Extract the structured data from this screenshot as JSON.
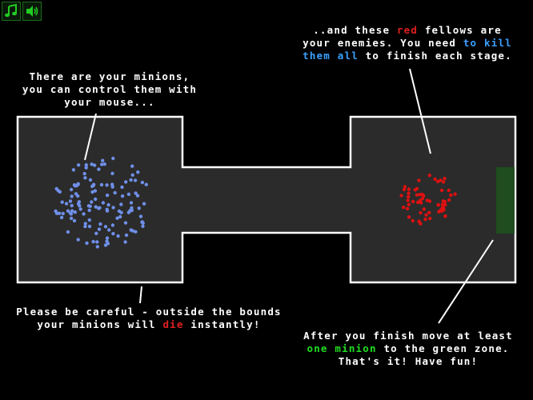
{
  "hud": {
    "music_icon": "music-note-icon",
    "sound_icon": "speaker-icon",
    "accent": "#22cc22"
  },
  "tips": {
    "minions": {
      "line1": "There are your minions,",
      "line2": "you can control them with",
      "line3": "your mouse..."
    },
    "enemies": {
      "line1_a": "..and these ",
      "line1_red": "red",
      "line1_b": " fellows are",
      "line2_a": "your enemies. You need ",
      "line2_blue": "to kill",
      "line3_blue": "them all",
      "line3_b": " to finish each stage."
    },
    "bounds": {
      "line1": "Please be careful - outside the bounds",
      "line2_a": "your minions will ",
      "line2_red": "die",
      "line2_b": " instantly!"
    },
    "goal": {
      "line1": "After you finish move at least",
      "line2_green": "one minion",
      "line2_b": " to the green zone.",
      "line3": "That's it! Have fun!"
    }
  },
  "colors": {
    "arena_fill": "#2b2b2b",
    "arena_stroke": "#ffffff",
    "minion": "#6f8fe8",
    "enemy": "#dd1111",
    "green_zone": "#1f4d1f"
  }
}
